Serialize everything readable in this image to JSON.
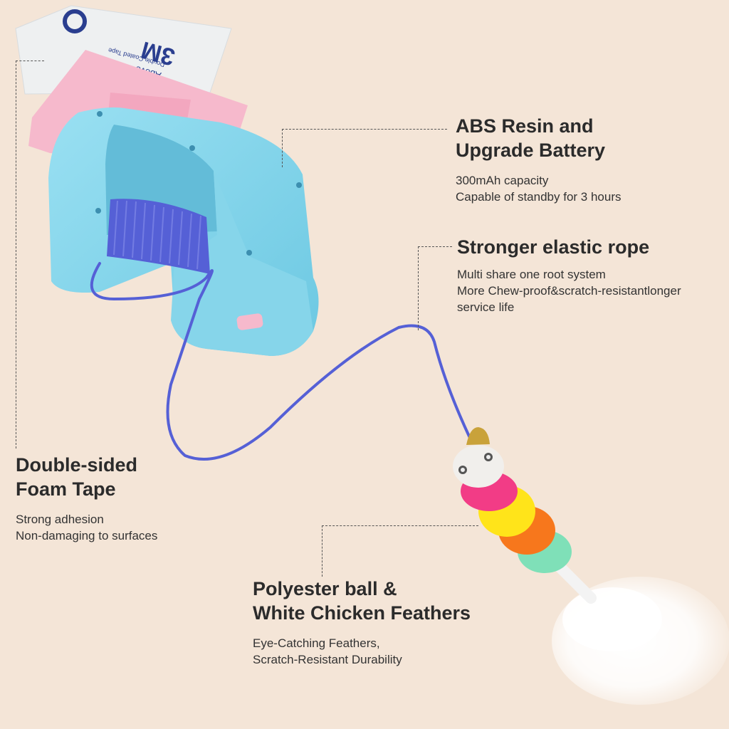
{
  "background": "#f4e5d7",
  "tape": {
    "brand_text": "3M",
    "liner_text": "Double Coated Tape",
    "liner_text_2": "Above"
  },
  "callouts": {
    "battery": {
      "title_line1": "ABS Resin and",
      "title_line2": "Upgrade Battery",
      "desc_line1": "300mAh capacity",
      "desc_line2": "Capable of standby for 3 hours"
    },
    "rope": {
      "title_line1": "Stronger elastic rope",
      "desc_line1": "Multi share one root system",
      "desc_line2": "More Chew-proof&scratch-resistantlonger",
      "desc_line3": "service life"
    },
    "tape": {
      "title_line1": "Double-sided",
      "title_line2": "Foam Tape",
      "desc_line1": "Strong adhesion",
      "desc_line2": "Non-damaging to surfaces"
    },
    "feathers": {
      "title_line1": "Polyester ball &",
      "title_line2": "White Chicken Feathers",
      "desc_line1": "Eye-Catching Feathers,",
      "desc_line2": "Scratch-Resistant Durability"
    }
  },
  "colors": {
    "device_blue": "#7fd3ea",
    "rope_blue": "#5560d6",
    "pad_pink": "#f6b9cc",
    "ball_pink": "#f23c86",
    "ball_yellow": "#ffe41a",
    "ball_orange": "#f7771c",
    "ball_mint": "#7fe0b8"
  }
}
